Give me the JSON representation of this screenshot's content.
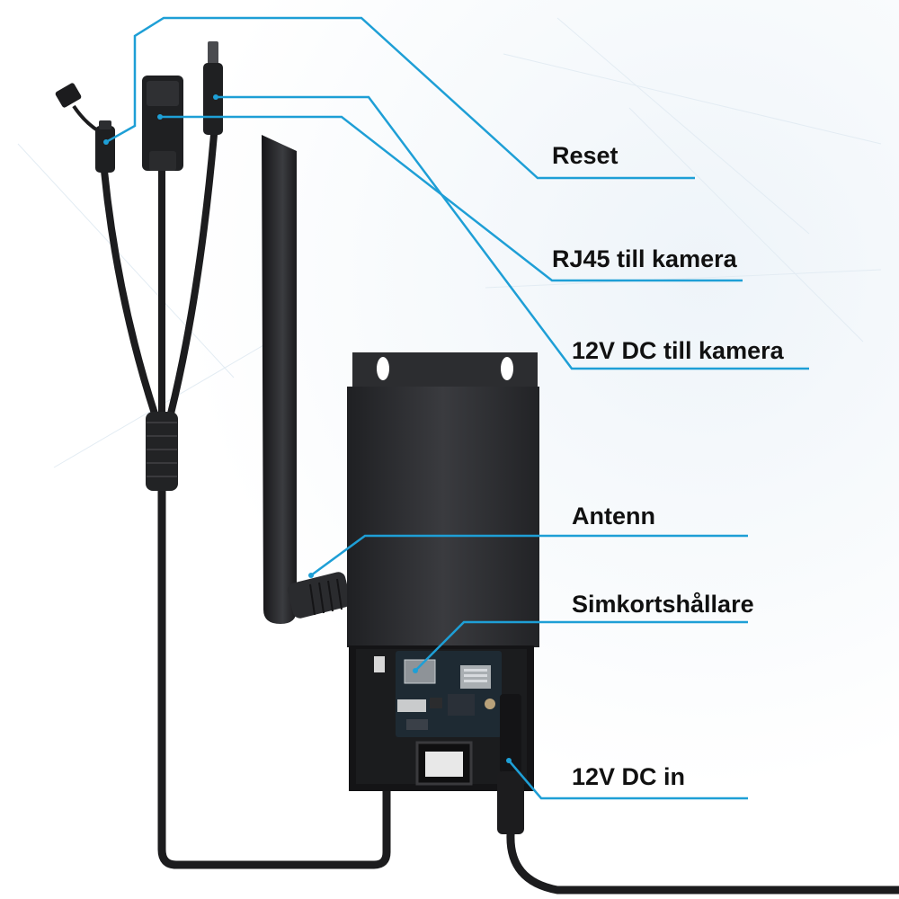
{
  "labels": {
    "reset": "Reset",
    "rj45": "RJ45 till kamera",
    "dc_camera": "12V DC till kamera",
    "antenna": "Antenn",
    "sim_holder": "Simkortshållare",
    "dc_in": "12V DC in"
  },
  "colors": {
    "callout_line": "#1e9fd6",
    "device_body": "#2a2b2e",
    "cable": "#1c1c1e",
    "label_text": "#111111"
  }
}
